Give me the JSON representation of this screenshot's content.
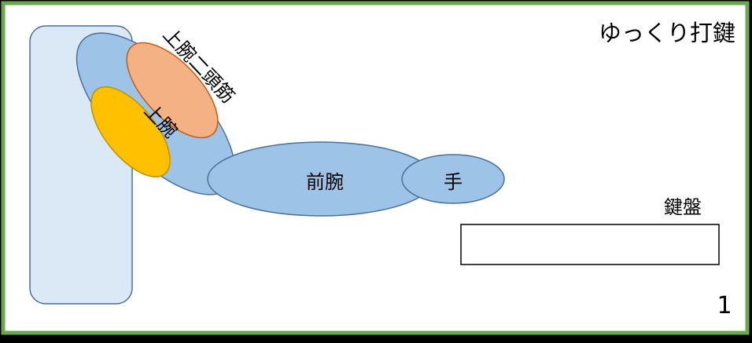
{
  "title": "ゆっくり打鍵",
  "page_number": "1",
  "labels": {
    "upper_arm": "上腕",
    "biceps": "上腕二頭筋",
    "forearm": "前腕",
    "hand": "手",
    "keyboard": "鍵盤"
  },
  "colors": {
    "frame": "#6aa84f",
    "torso_fill": "#dbe8f5",
    "limb_fill": "#9dc3e6",
    "limb_stroke": "#4a6fa0",
    "biceps_fill": "#f4b183",
    "biceps_stroke": "#c55a11",
    "triceps_fill": "#ffc000",
    "triceps_stroke": "#bf9000"
  }
}
